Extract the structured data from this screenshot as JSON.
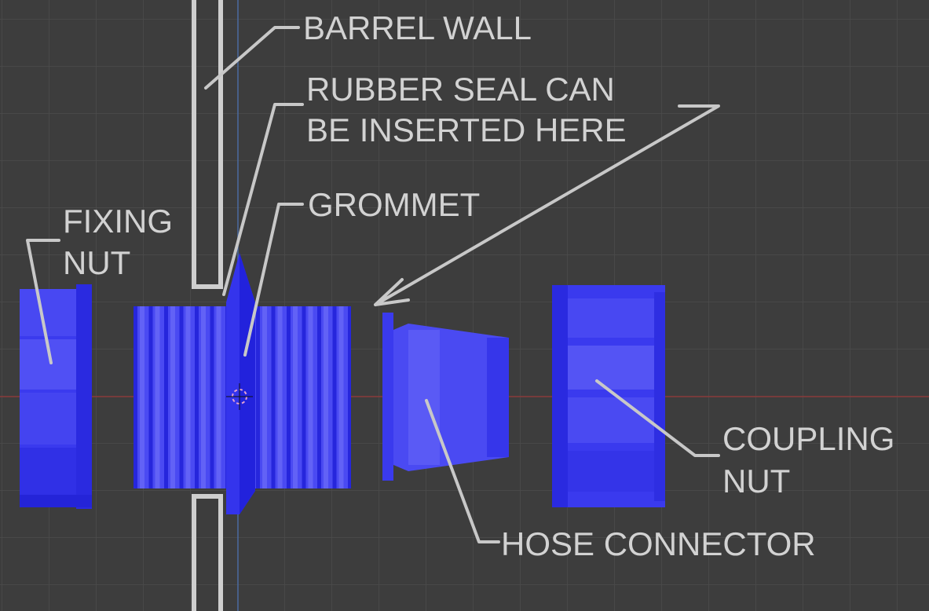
{
  "labels": {
    "barrel_wall": "BARREL WALL",
    "rubber_seal_line1": "RUBBER SEAL CAN",
    "rubber_seal_line2": "BE INSERTED HERE",
    "grommet": "GROMMET",
    "fixing_nut_line1": "FIXING",
    "fixing_nut_line2": "NUT",
    "coupling_nut_line1": "COUPLING",
    "coupling_nut_line2": "NUT",
    "hose_connector": "HOSE CONNECTOR"
  },
  "colors": {
    "background": "#3d3d3d",
    "grid": "#4b4b4b",
    "part": "#3b3bf0",
    "part_light": "#5a5af5",
    "part_dark": "#2020d8",
    "label": "#d2d2d2"
  }
}
